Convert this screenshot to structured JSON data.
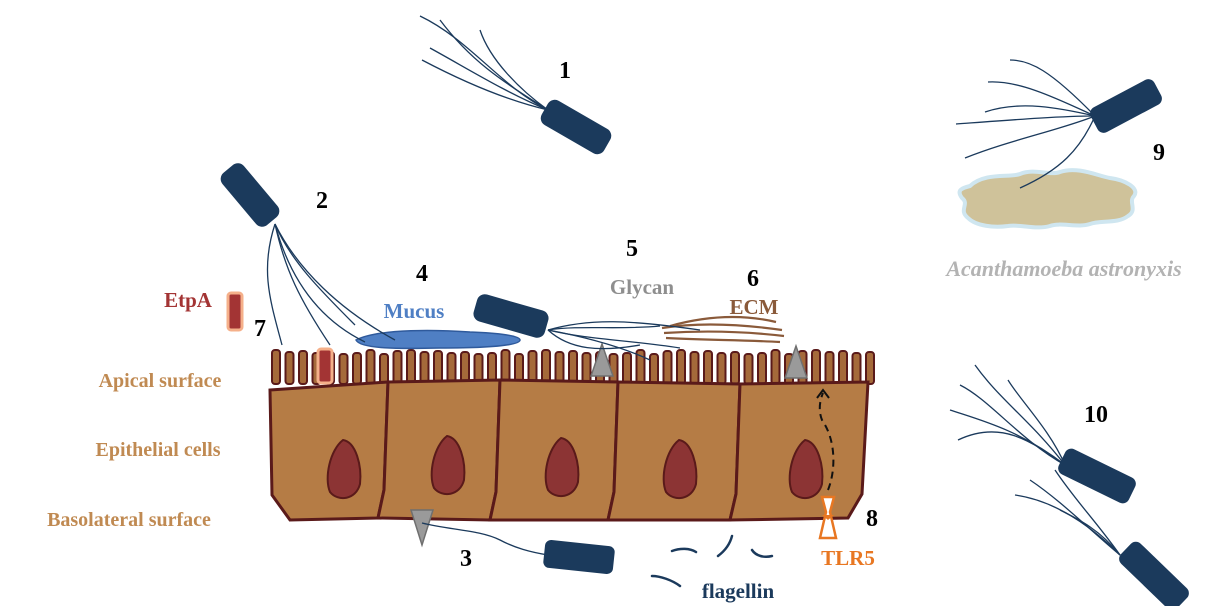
{
  "numbers": [
    "1",
    "2",
    "3",
    "4",
    "5",
    "6",
    "7",
    "8",
    "9",
    "10"
  ],
  "labels": {
    "etpa": "EtpA",
    "mucus": "Mucus",
    "glycan": "Glycan",
    "ecm": "ECM",
    "tlr5": "TLR5",
    "flagellin": "flagellin",
    "amoeba": "Acanthamoeba astronyxis",
    "apical": "Apical surface",
    "epithelial": "Epithelial cells",
    "basolateral": "Basolateral surface"
  },
  "icons": {
    "bacterium": "flagellated-rod-bacterium",
    "receptor": "tlr5-hourglass-receptor",
    "glycan": "gray-triangle",
    "etpa": "adhesin-bar"
  },
  "colors": {
    "bacterium": "#1b3a5c",
    "flagella": "#1b3a5c",
    "cell_fill": "#b57c45",
    "cell_outline": "#5a1a1a",
    "nucleus": "#8c3434",
    "microvilli": "#a56a3a",
    "mucus": "#4f7fc4",
    "glycan": "#9a9a9a",
    "ecm": "#8a5a3a",
    "etpa": "#a33434",
    "etpa_border": "#f5b08a",
    "tlr5": "#e87722",
    "amoeba_fill": "#cfc29a",
    "amoeba_border": "#cfe6f0",
    "label_left": "#c08a52",
    "label_etpa": "#a33434",
    "label_mucus": "#4f7fc4",
    "label_glycan": "#8e8e8e",
    "label_ecm": "#8a5a3a",
    "label_tlr5": "#e87722",
    "label_flagellin": "#1b3a5c",
    "label_amoeba": "#b3b3b3"
  }
}
